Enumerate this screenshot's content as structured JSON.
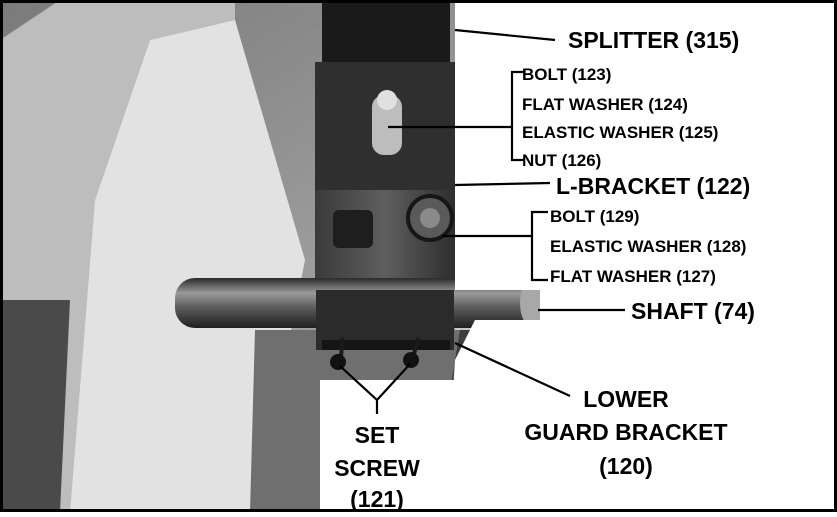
{
  "labels": {
    "splitter": "SPLITTER (315)",
    "bolt_123": "BOLT (123)",
    "flat_washer_124": "FLAT WASHER (124)",
    "elastic_washer_125": "ELASTIC WASHER (125)",
    "nut_126": "NUT (126)",
    "l_bracket": "L-BRACKET (122)",
    "bolt_129": "BOLT (129)",
    "elastic_washer_128": "ELASTIC WASHER (128)",
    "flat_washer_127": "FLAT WASHER (127)",
    "shaft": "SHAFT (74)",
    "lower_guard_line1": "LOWER",
    "lower_guard_line2": "GUARD BRACKET",
    "lower_guard_line3": "(120)",
    "set_screw_line1": "SET",
    "set_screw_line2": "SCREW",
    "set_screw_line3": "(121)"
  },
  "colors": {
    "background": "#ffffff",
    "photo_dark": "#2a2a2a",
    "photo_mid": "#8a8a8a",
    "photo_light": "#d9d9d9",
    "ink": "#000000"
  }
}
